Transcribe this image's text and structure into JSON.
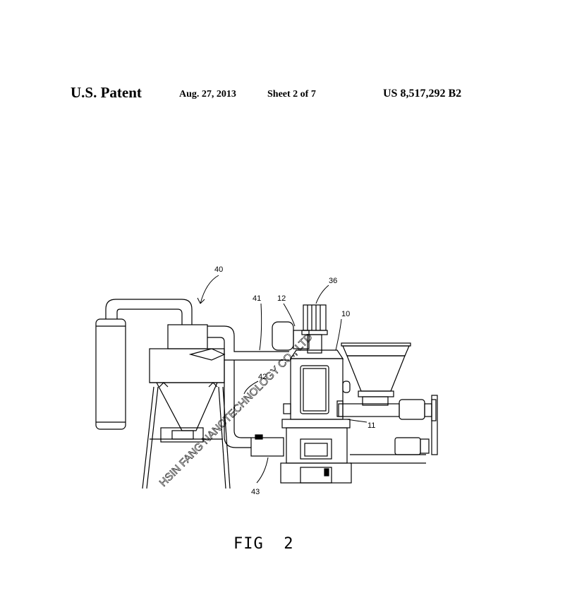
{
  "header": {
    "title": "U.S. Patent",
    "date": "Aug. 27, 2013",
    "sheet": "Sheet 2 of 7",
    "patent_number": "US 8,517,292 B2"
  },
  "figure": {
    "caption": "FIG  2",
    "labels": {
      "l40": "40",
      "l41": "41",
      "l12": "12",
      "l36": "36",
      "l10": "10",
      "l42": "42",
      "l11": "11",
      "l43": "43"
    }
  },
  "watermark": "HSIN FANG NANOTECHNOLOGY CO., LTD"
}
